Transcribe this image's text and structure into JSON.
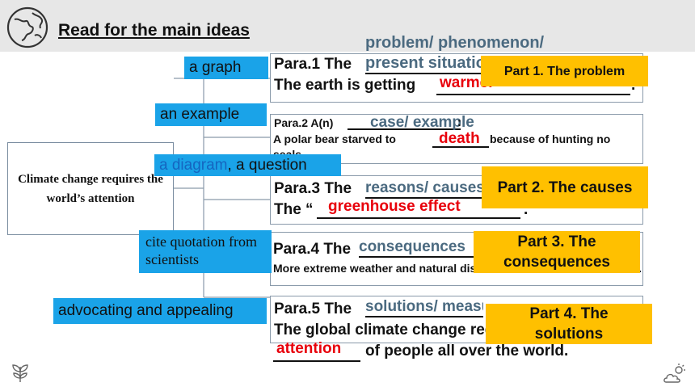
{
  "header": {
    "title": "Read for the main ideas",
    "icon": "globe-icon"
  },
  "center": {
    "label": "Climate change requires the world’s attention"
  },
  "annotations": {
    "a1": "a graph",
    "a2": "an example",
    "a3_blue": "a diagram",
    "a3_rest": ", a question",
    "a4": "cite quotation from scientists",
    "a5": "advocating and appealing"
  },
  "para1": {
    "above": "problem/ phenomenon/",
    "label": "Para.1 The ",
    "answer": "present situation",
    "line2": "The earth is getting ",
    "blank_answer": "warmer",
    "end": "."
  },
  "para2": {
    "label": "Para.2 A(n) ",
    "answer": "case/ example",
    "colon": ":",
    "line2_a": "A polar bear starved to ",
    "blank_answer": "death",
    "line2_b": " because of hunting no",
    "line3": "seals"
  },
  "para3": {
    "label": "Para.3 The ",
    "answer": "reasons/ causes",
    "line2_a": "The “",
    "blank_answer": "greenhouse effect",
    "line2_b": " ."
  },
  "para4": {
    "label": "Para.4 The",
    "answer": "consequences",
    "line2": "More extreme weather and natural disasters",
    "end": "."
  },
  "para5": {
    "label": "Para.5 The ",
    "answer": "solutions/ measures",
    "line2": "The global climate change requires the",
    "blank_answer": "attention",
    "line3": " of people all over the world."
  },
  "parts": {
    "p1": "Part 1. The problem",
    "p2": "Part 2. The causes",
    "p3": "Part 3. The consequences",
    "p4": "Part 4. The solutions"
  },
  "colors": {
    "annotation_blue": "#1aa3e8",
    "part_yellow": "#ffc000",
    "answer_red": "#e8000b",
    "answer_gray": "#4b6a80"
  }
}
